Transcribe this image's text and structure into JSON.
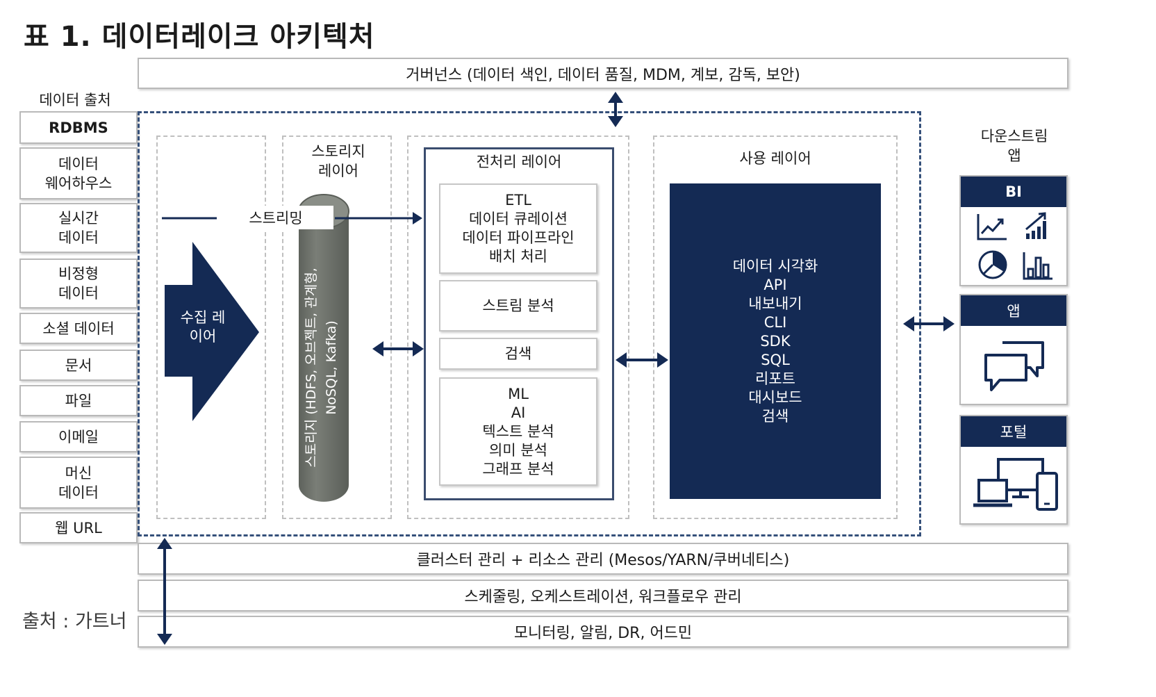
{
  "title": "표 1. 데이터레이크 아키텍처",
  "governance": "거버넌스 (데이터 색인, 데이터 품질, MDM, 계보, 감독, 보안)",
  "sources": {
    "header": "데이터 출처",
    "items": [
      "RDBMS",
      "데이터\n웨어하우스",
      "실시간\n데이터",
      "비정형\n데이터",
      "소셜 데이터",
      "문서",
      "파일",
      "이메일",
      "머신\n데이터",
      "웹 URL"
    ]
  },
  "ingestion": {
    "label": "수집 레\n이어",
    "streaming": "스트리밍"
  },
  "storage": {
    "label": "스토리지\n레이어",
    "cylinder_text": "스토리지 (HDFS, 오브젝트, 관계형,\nNoSQL, Kafka)"
  },
  "processing": {
    "label": "전처리 레이어",
    "boxes": [
      "ETL\n데이터 큐레이션\n데이터 파이프라인\n배치 처리",
      "스트림 분석",
      "검색",
      "ML\nAI\n텍스트 분석\n의미 분석\n그래프 분석"
    ]
  },
  "serving": {
    "label": "사용 레이어",
    "items": "데이터 시각화\nAPI\n내보내기\nCLI\nSDK\nSQL\n리포트\n대시보드\n검색"
  },
  "downstream": {
    "header": "다운스트림\n앱",
    "cards": [
      {
        "label": "BI",
        "icons": [
          "line-chart-icon",
          "bar-trend-icon",
          "pie-chart-icon",
          "bar-chart-icon"
        ]
      },
      {
        "label": "앱",
        "icons": [
          "chat-bubbles-icon"
        ]
      },
      {
        "label": "포털",
        "icons": [
          "devices-icon"
        ]
      }
    ]
  },
  "bottom": {
    "cluster": "클러스터 관리 + 리소스 관리 (Mesos/YARN/쿠버네티스)",
    "scheduling": "스케줄링, 오케스트레이션, 워크플로우 관리",
    "monitoring": "모니터링, 알림, DR, 어드민"
  },
  "source_credit": "출처 : 가트너",
  "colors": {
    "navy": "#142a54",
    "dash": "#35507a",
    "gray_cylinder": "#6f736d",
    "border": "#b9b9b9"
  }
}
